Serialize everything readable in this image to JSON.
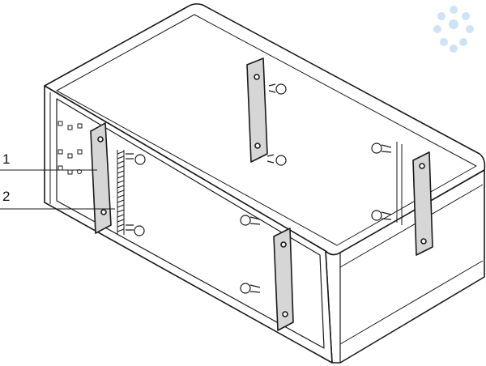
{
  "callouts": [
    {
      "number": "1"
    },
    {
      "number": "2"
    }
  ],
  "colors": {
    "line": "#1a1a1a",
    "rail_fill": "#d6d6d6",
    "logo": "#cfe3f5"
  },
  "logo": {
    "icon": "dots-flower-logo"
  }
}
